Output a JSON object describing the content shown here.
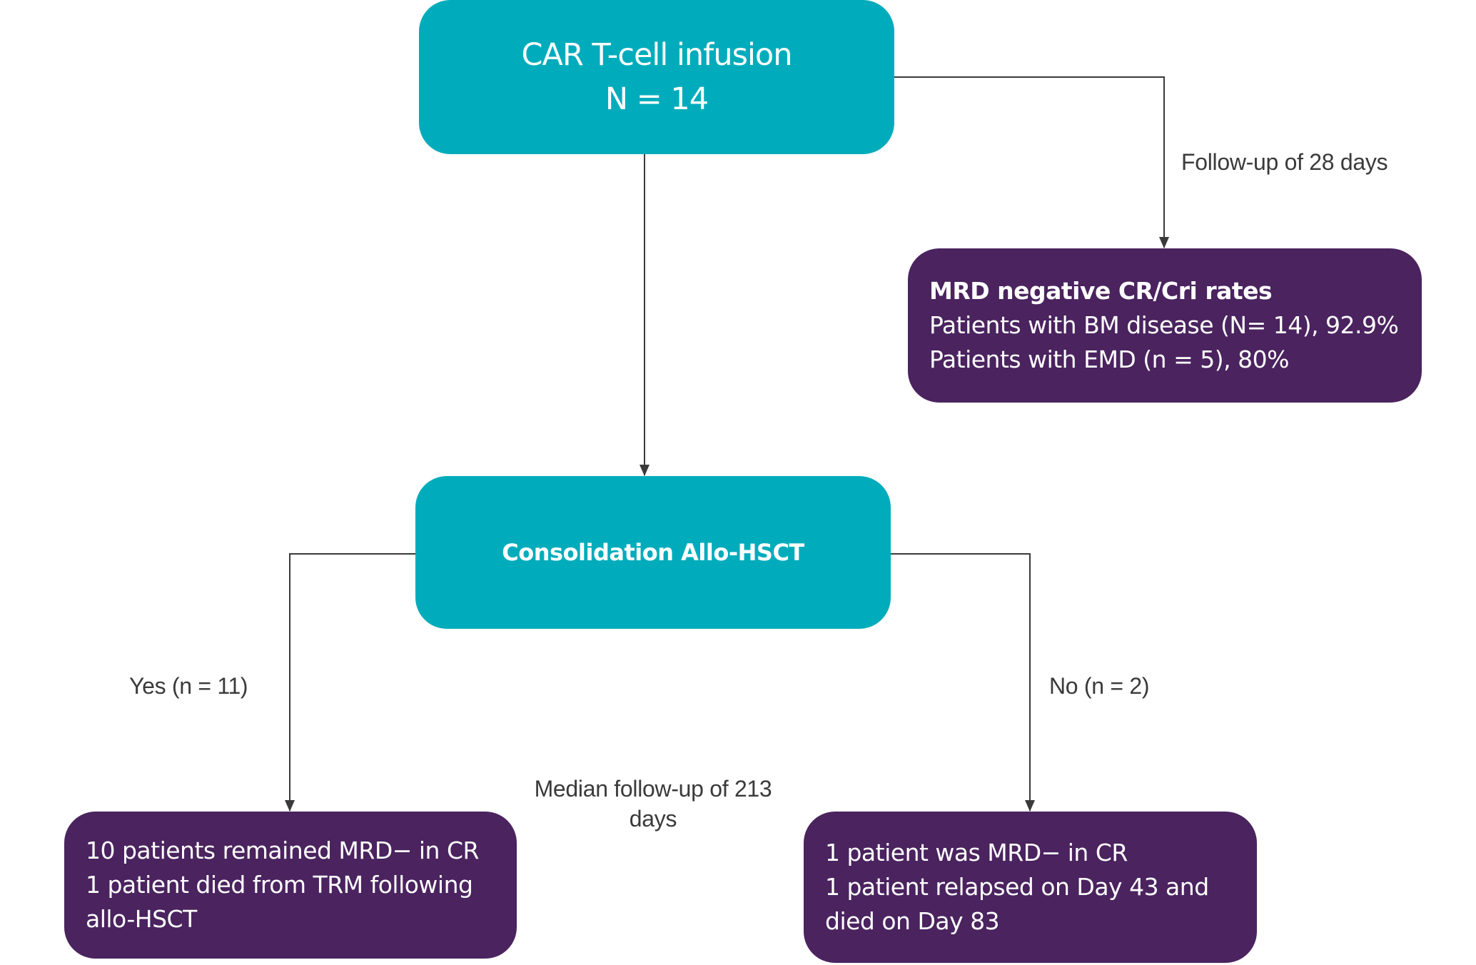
{
  "diagram": {
    "colors": {
      "teal": "#00acbb",
      "purple": "#4a235f",
      "connector": "#3a3a3a",
      "label_text": "#3a3a3a"
    },
    "nodes": {
      "infusion": {
        "line1": "CAR T-cell infusion",
        "line2": "N = 14"
      },
      "mrd_rates": {
        "title": "MRD negative CR/Cri rates",
        "line1": "Patients with BM disease (N= 14), 92.9%",
        "line2": "Patients with EMD (n = 5), 80%"
      },
      "consolidation": {
        "label": "Consolidation Allo-HSCT"
      },
      "yes_outcome": {
        "line1": "10 patients remained MRD− in CR",
        "line2": "1 patient died from TRM following",
        "line3": "allo-HSCT"
      },
      "no_outcome": {
        "line1": "1 patient was MRD− in CR",
        "line2": "1 patient relapsed on Day 43 and",
        "line3": "died on Day 83"
      }
    },
    "edge_labels": {
      "followup_28": "Follow-up of 28 days",
      "yes": "Yes (n = 11)",
      "no": "No (n = 2)",
      "median_followup_line1": "Median follow-up of 213",
      "median_followup_line2": "days"
    }
  }
}
